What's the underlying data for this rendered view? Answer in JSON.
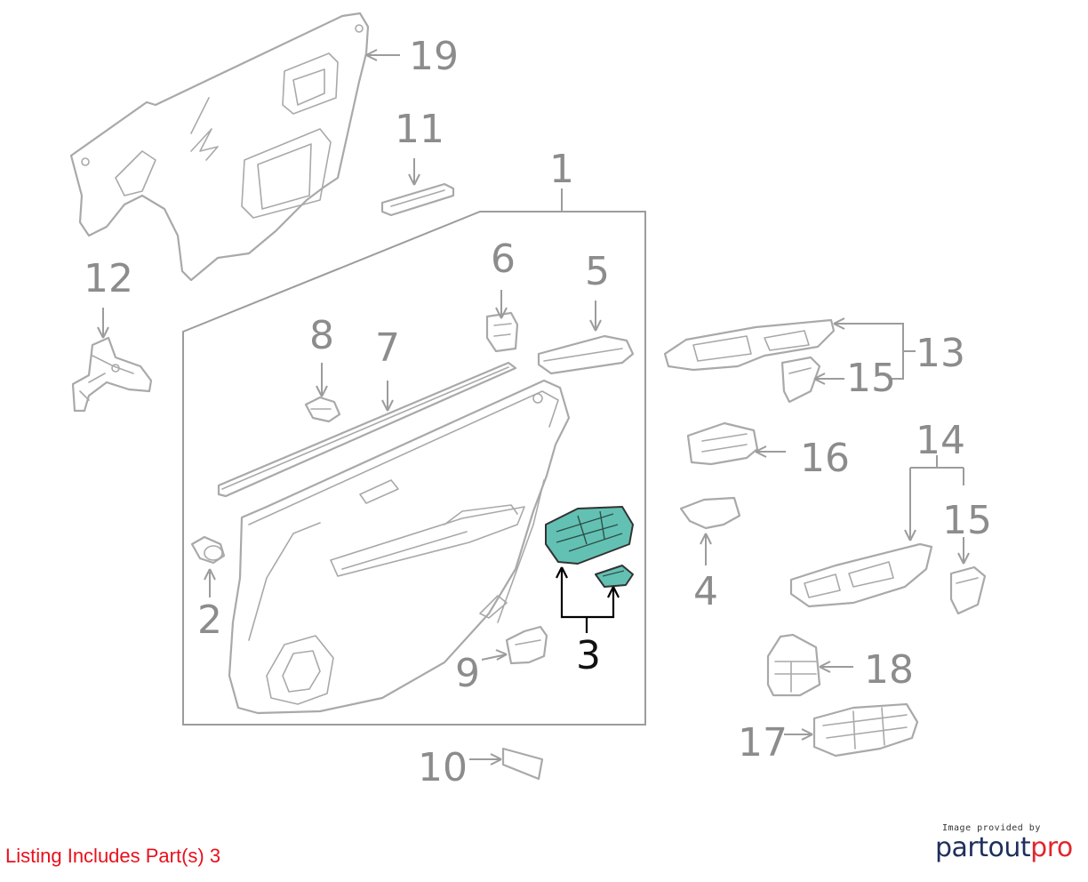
{
  "callouts": {
    "c1": "1",
    "c2": "2",
    "c3": "3",
    "c4": "4",
    "c5": "5",
    "c6": "6",
    "c7": "7",
    "c8": "8",
    "c9": "9",
    "c10": "10",
    "c11": "11",
    "c12": "12",
    "c13": "13",
    "c14": "14",
    "c15a": "15",
    "c15b": "15",
    "c16": "16",
    "c17": "17",
    "c18": "18",
    "c19": "19"
  },
  "highlighted_part": "3",
  "listing_note": "Listing Includes Part(s) 3",
  "brand": {
    "caption": "Image provided by",
    "name_part1": "partout",
    "name_part2": "pro"
  },
  "colors": {
    "highlight": "#63c1b3",
    "outline": "#a9a9a9",
    "note_text": "#e8101c",
    "brand_dark": "#1f2f5c",
    "brand_accent": "#e1262d"
  }
}
